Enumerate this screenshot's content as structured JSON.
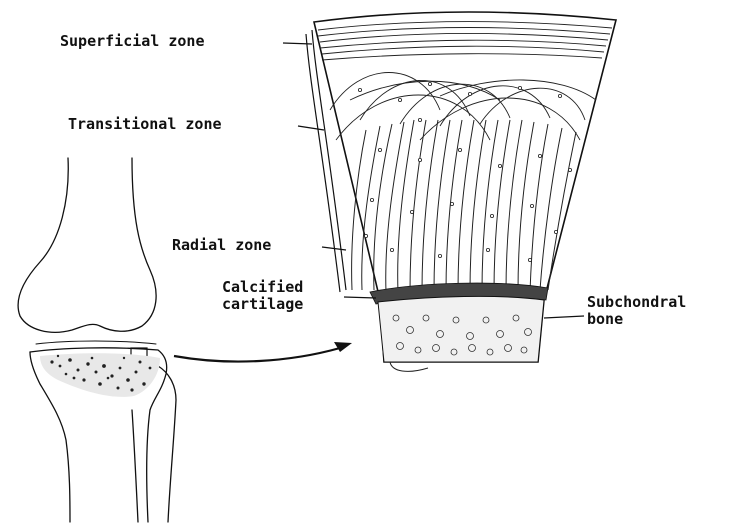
{
  "labels": {
    "superficial": "Superficial zone",
    "transitional": "Transitional zone",
    "radial": "Radial zone",
    "calcified_line1": "Calcified",
    "calcified_line2": "cartilage",
    "subchondral_line1": "Subchondral",
    "subchondral_line2": "bone"
  },
  "colors": {
    "ink": "#111111",
    "background": "#ffffff"
  }
}
